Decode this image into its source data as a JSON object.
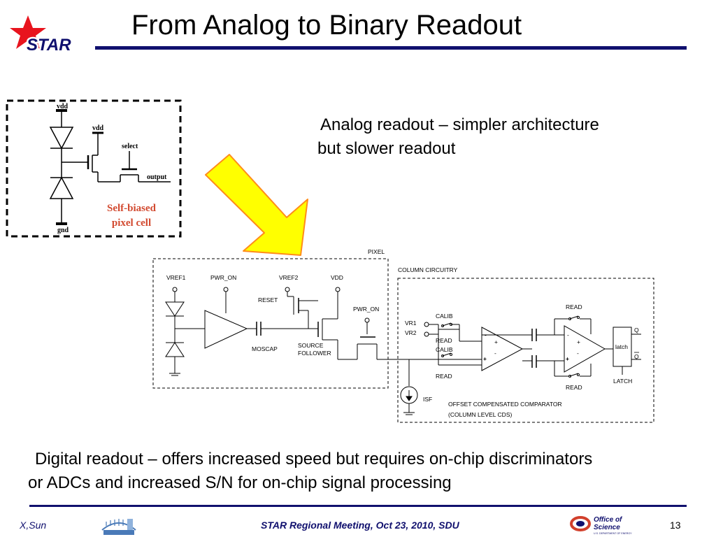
{
  "header": {
    "title": "From Analog to Binary Readout",
    "logo_text": "STAR",
    "accent_color": "#10106e",
    "star_color": "#e8141e"
  },
  "pixel_cell": {
    "vdd_top": "vdd",
    "vdd_mid": "vdd",
    "select": "select",
    "output": "output",
    "gnd": "gnd",
    "caption_line1": "Self-biased",
    "caption_line2": "pixel cell",
    "caption_color": "#d24a30"
  },
  "circuit": {
    "pixel": "PIXEL",
    "column_circuitry": "COLUMN CIRCUITRY",
    "vref1": "VREF1",
    "pwr_on_1": "PWR_ON",
    "vref2": "VREF2",
    "vdd": "VDD",
    "reset": "RESET",
    "pwr_on_2": "PWR_ON",
    "moscap": "MOSCAP",
    "source": "SOURCE",
    "follower": "FOLLOWER",
    "calib_1": "CALIB",
    "calib_2": "CALIB",
    "vr1": "VR1",
    "vr2": "VR2",
    "read_1": "READ",
    "read_2": "READ",
    "read_3": "READ",
    "read_4": "READ",
    "isf": "ISF",
    "latch": "latch",
    "latch_caps": "LATCH",
    "q": "Q",
    "qbar": "Q",
    "offset_line1": "OFFSET COMPENSATED COMPARATOR",
    "offset_line2": "(COLUMN LEVEL CDS)",
    "plus": "+",
    "minus": "-"
  },
  "analog_text": {
    "line1": "Analog readout – simpler architecture",
    "line2": "but slower readout"
  },
  "digital_text": {
    "line1": "Digital readout – offers increased speed but requires on-chip discriminators",
    "line2": "or ADCs and increased S/N for on-chip signal processing"
  },
  "footer": {
    "author": "X,Sun",
    "meeting": "STAR Regional Meeting, Oct 23, 2010, SDU",
    "page": "13",
    "office_line1": "Office of",
    "office_line2": "Science",
    "doe": "U.S. DEPARTMENT OF ENERGY"
  }
}
